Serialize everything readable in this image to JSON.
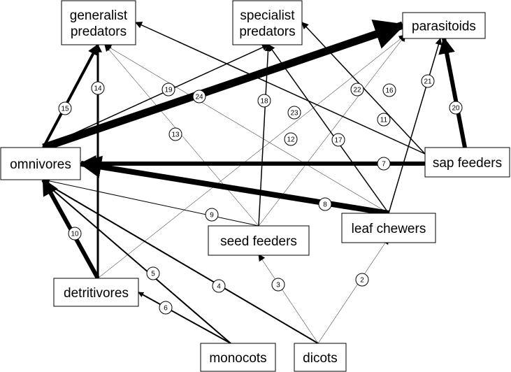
{
  "diagram": {
    "nodes": [
      {
        "id": "generalist",
        "lines": [
          "generalist",
          "predators"
        ]
      },
      {
        "id": "specialist",
        "lines": [
          "specialist",
          "predators"
        ]
      },
      {
        "id": "parasitoids",
        "lines": [
          "parasitoids"
        ]
      },
      {
        "id": "omnivores",
        "lines": [
          "omnivores"
        ]
      },
      {
        "id": "sapfeeders",
        "lines": [
          "sap feeders"
        ]
      },
      {
        "id": "seedfeeders",
        "lines": [
          "seed feeders"
        ]
      },
      {
        "id": "leafchewers",
        "lines": [
          "leaf chewers"
        ]
      },
      {
        "id": "detritivores",
        "lines": [
          "detritivores"
        ]
      },
      {
        "id": "monocots",
        "lines": [
          "monocots"
        ]
      },
      {
        "id": "dicots",
        "lines": [
          "dicots"
        ]
      }
    ],
    "edges": [
      {
        "label": "2",
        "from": "dicots",
        "to": "leafchewers",
        "weight": 0.5
      },
      {
        "label": "3",
        "from": "dicots",
        "to": "seedfeeders",
        "weight": 0.5
      },
      {
        "label": "4",
        "from": "dicots",
        "to": "omnivores",
        "weight": 2
      },
      {
        "label": "5",
        "from": "monocots",
        "to": "omnivores",
        "weight": 2
      },
      {
        "label": "6",
        "from": "monocots",
        "to": "detritivores",
        "weight": 2
      },
      {
        "label": "7",
        "from": "sapfeeders",
        "to": "omnivores",
        "weight": 6
      },
      {
        "label": "8",
        "from": "leafchewers",
        "to": "omnivores",
        "weight": 8
      },
      {
        "label": "9",
        "from": "seedfeeders",
        "to": "omnivores",
        "weight": 1
      },
      {
        "label": "10",
        "from": "detritivores",
        "to": "omnivores",
        "weight": 6
      },
      {
        "label": "11",
        "from": "sapfeeders",
        "to": "generalist",
        "weight": 1.5
      },
      {
        "label": "12",
        "from": "leafchewers",
        "to": "generalist",
        "weight": 0.5
      },
      {
        "label": "13",
        "from": "seedfeeders",
        "to": "generalist",
        "weight": 0.5
      },
      {
        "label": "14",
        "from": "detritivores",
        "to": "generalist",
        "weight": 3
      },
      {
        "label": "15",
        "from": "omnivores",
        "to": "generalist",
        "weight": 4
      },
      {
        "label": "16",
        "from": "sapfeeders",
        "to": "specialist",
        "weight": 1.5
      },
      {
        "label": "17",
        "from": "leafchewers",
        "to": "specialist",
        "weight": 1.5
      },
      {
        "label": "18",
        "from": "seedfeeders",
        "to": "specialist",
        "weight": 1.5
      },
      {
        "label": "19",
        "from": "omnivores",
        "to": "specialist",
        "weight": 1.5
      },
      {
        "label": "20",
        "from": "sapfeeders",
        "to": "parasitoids",
        "weight": 6
      },
      {
        "label": "21",
        "from": "leafchewers",
        "to": "parasitoids",
        "weight": 1.5
      },
      {
        "label": "22",
        "from": "seedfeeders",
        "to": "parasitoids",
        "weight": 0.5
      },
      {
        "label": "23",
        "from": "detritivores",
        "to": "parasitoids",
        "weight": 0.5
      },
      {
        "label": "24",
        "from": "omnivores",
        "to": "parasitoids",
        "weight": 11
      }
    ]
  }
}
